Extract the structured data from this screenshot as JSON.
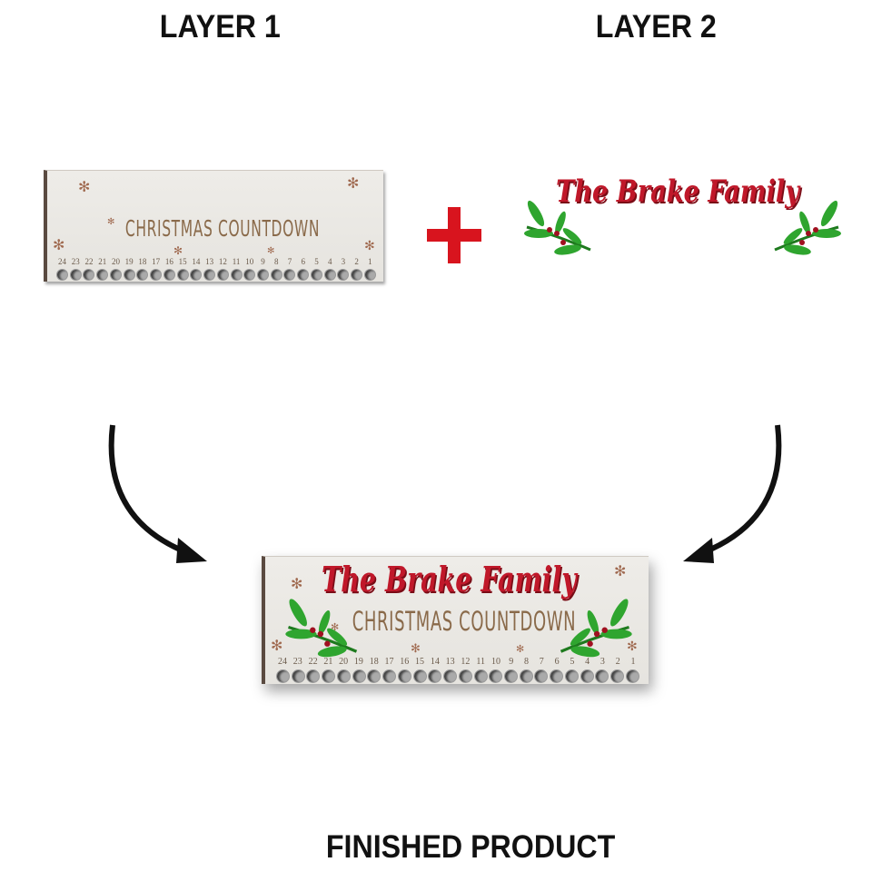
{
  "headings": {
    "layer1": "LAYER 1",
    "layer2": "LAYER 2",
    "finished": "FINISHED PRODUCT"
  },
  "board": {
    "countdown_text": "CHRISTMAS COUNTDOWN",
    "numbers": [
      "24",
      "23",
      "22",
      "21",
      "20",
      "19",
      "18",
      "17",
      "16",
      "15",
      "14",
      "13",
      "12",
      "11",
      "10",
      "9",
      "8",
      "7",
      "6",
      "5",
      "4",
      "3",
      "2",
      "1"
    ]
  },
  "layer2": {
    "family_name": "The Brake Family"
  },
  "icons": {
    "plus": "plus-icon",
    "arrow": "curved-arrow-icon",
    "snowflake": "snowflake-icon",
    "sprig": "mistletoe-sprig-icon"
  },
  "colors": {
    "red": "#d8141e",
    "family_red": "#c0182a",
    "leaf_green": "#2fa52f",
    "engrave_brown": "#8a6a4a",
    "board": "#eceae6"
  }
}
